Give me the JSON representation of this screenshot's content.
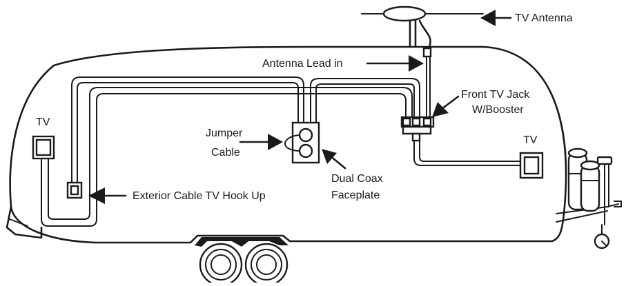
{
  "labels": {
    "tv_antenna": "TV Antenna",
    "antenna_lead_in": "Antenna Lead in",
    "front_tv_jack_line1": "Front TV Jack",
    "front_tv_jack_line2": "W/Booster",
    "tv_left": "TV",
    "tv_right": "TV",
    "jumper_line1": "Jumper",
    "jumper_line2": "Cable",
    "dual_coax_line1": "Dual Coax",
    "dual_coax_line2": "Faceplate",
    "exterior_hookup": "Exterior Cable TV Hook Up"
  }
}
